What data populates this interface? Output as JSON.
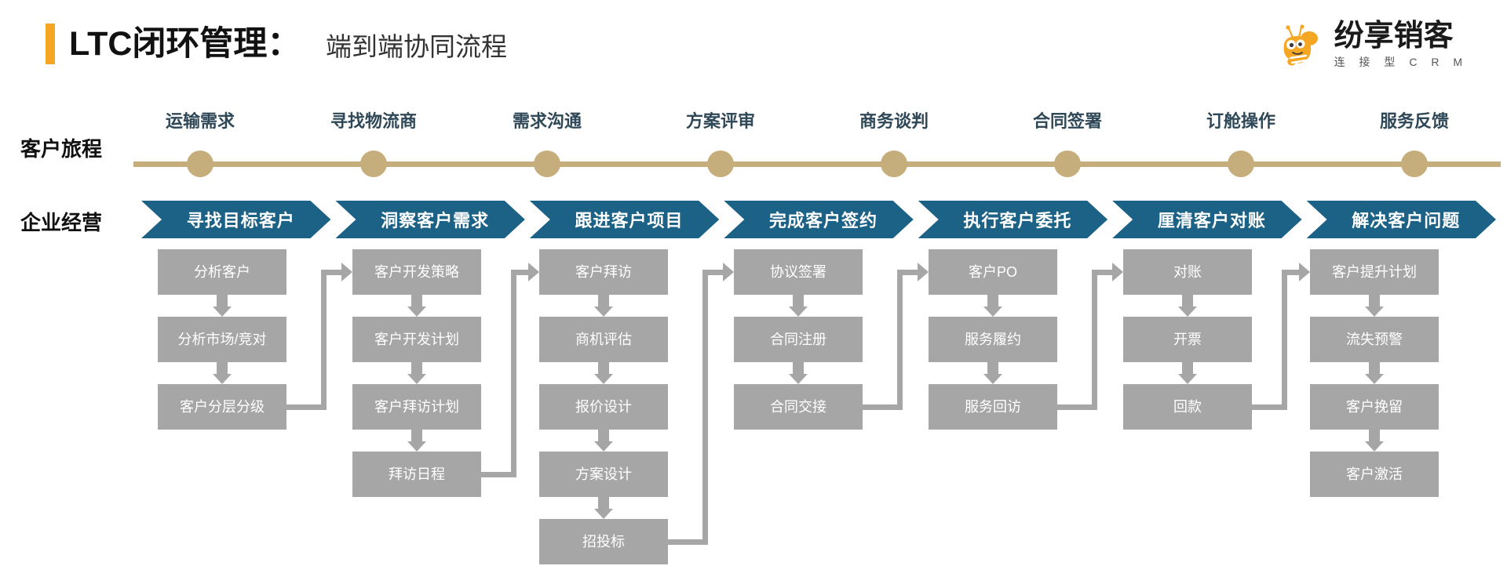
{
  "header": {
    "title_main": "LTC闭环管理：",
    "title_sub": "端到端协同流程",
    "accent_color": "#F5A623"
  },
  "logo": {
    "icon": "bee-mascot-icon",
    "name": "纷享销客",
    "tagline": "连 接 型  C  R  M",
    "color": "#F5A623"
  },
  "journey": {
    "label": "客户旅程",
    "line_color": "#C6AE7C",
    "stages": [
      {
        "label": "运输需求"
      },
      {
        "label": "寻找物流商"
      },
      {
        "label": "需求沟通"
      },
      {
        "label": "方案评审"
      },
      {
        "label": "商务谈判"
      },
      {
        "label": "合同签署"
      },
      {
        "label": "订舱操作"
      },
      {
        "label": "服务反馈"
      }
    ]
  },
  "operation": {
    "label": "企业经营",
    "band_color": "#1C6186",
    "stages": [
      {
        "label": "寻找目标客户"
      },
      {
        "label": "洞察客户需求"
      },
      {
        "label": "跟进客户项目"
      },
      {
        "label": "完成客户签约"
      },
      {
        "label": "执行客户委托"
      },
      {
        "label": "厘清客户对账"
      },
      {
        "label": "解决客户问题"
      }
    ]
  },
  "flow": {
    "box_color": "#A6A6A6",
    "columns": [
      {
        "steps": [
          "分析客户",
          "分析市场/竞对",
          "客户分层分级"
        ]
      },
      {
        "steps": [
          "客户开发策略",
          "客户开发计划",
          "客户拜访计划",
          "拜访日程"
        ]
      },
      {
        "steps": [
          "客户拜访",
          "商机评估",
          "报价设计",
          "方案设计",
          "招投标"
        ]
      },
      {
        "steps": [
          "协议签署",
          "合同注册",
          "合同交接"
        ]
      },
      {
        "steps": [
          "客户PO",
          "服务履约",
          "服务回访"
        ]
      },
      {
        "steps": [
          "对账",
          "开票",
          "回款"
        ]
      },
      {
        "steps": [
          "客户提升计划",
          "流失预警",
          "客户挽留",
          "客户激活"
        ]
      }
    ]
  }
}
